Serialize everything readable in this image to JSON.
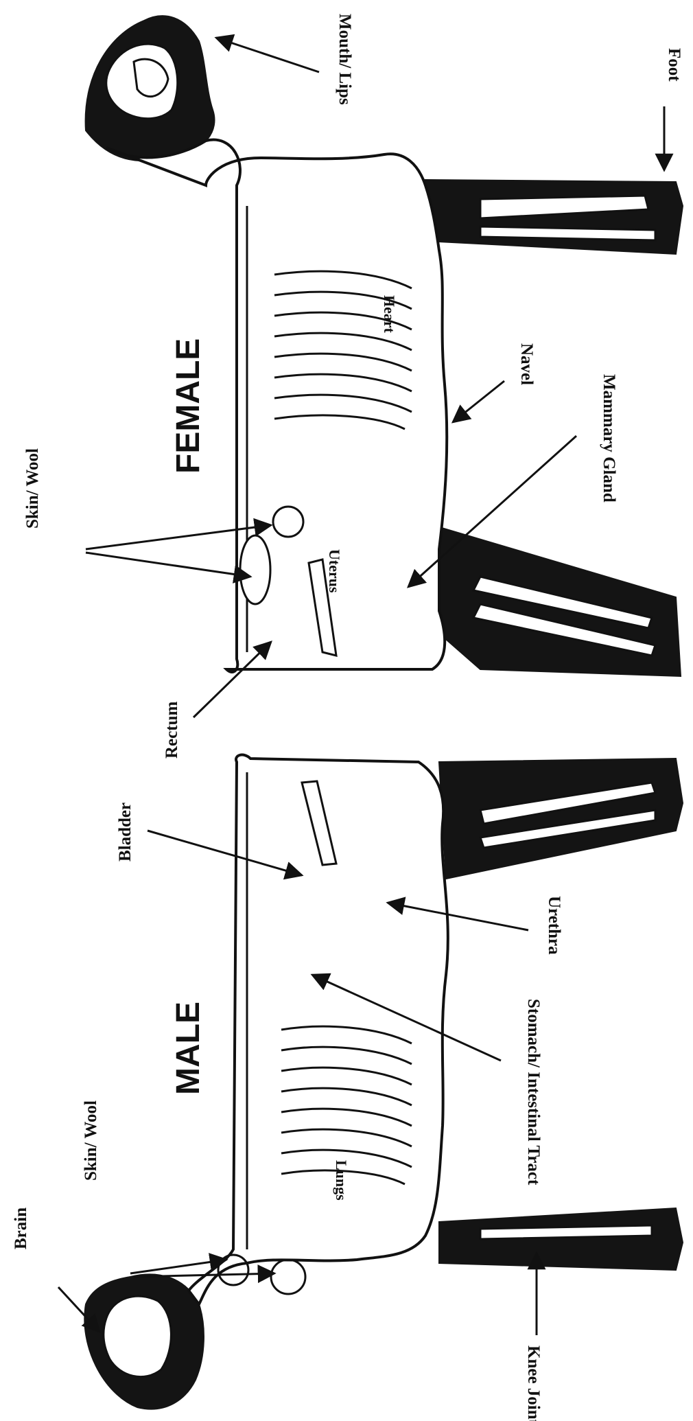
{
  "titles": {
    "male": "MALE",
    "female": "FEMALE"
  },
  "labels": {
    "mouth_lips": "Mouth/ Lips",
    "foot": "Foot",
    "skin_wool_female": "Skin/ Wool",
    "rectum": "Rectum",
    "uterus": "Uterus",
    "heart": "Heart",
    "navel": "Navel",
    "mammary_gland": "Mammary Gland",
    "bladder": "Bladder",
    "urethra": "Urethra",
    "stomach_intestinal": "Stomach/ Intestinal Tract",
    "lungs": "Lungs",
    "skin_wool_male": "Skin/ Wool",
    "brain": "Brain",
    "knee_joint": "Knee Joint"
  },
  "colors": {
    "ink": "#111111",
    "paper": "#ffffff"
  }
}
